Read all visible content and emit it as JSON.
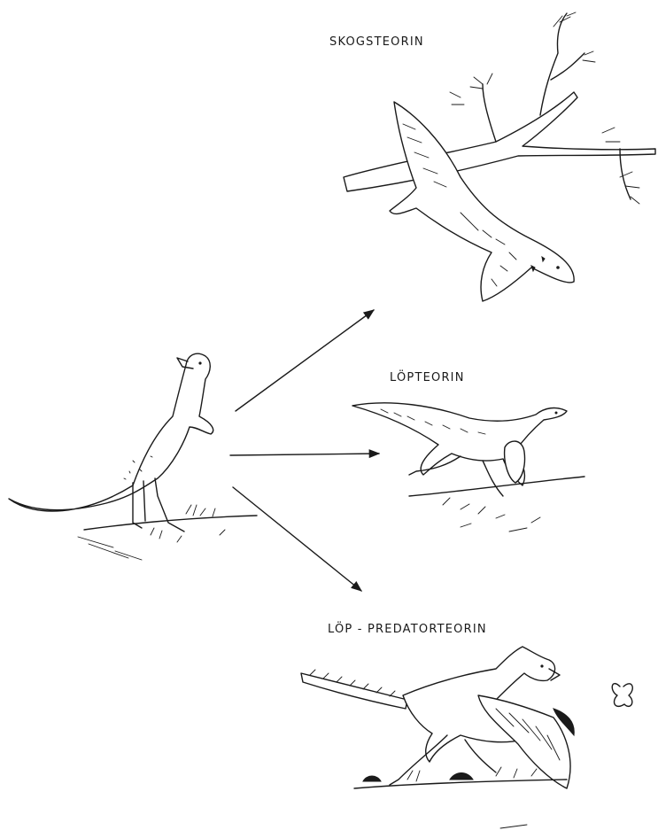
{
  "theories": {
    "forest": "SKOGSTEORIN",
    "running": "LÖPTEORIN",
    "running_predator": "LÖP - PREDATORTEORIN"
  }
}
